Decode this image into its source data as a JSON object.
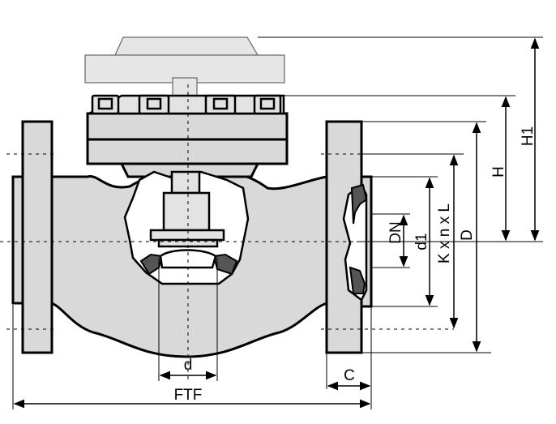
{
  "labels": {
    "h1": "H1",
    "h": "H",
    "dn": "DN",
    "d1": "d1",
    "kxnxl": "K x n x L",
    "D": "D",
    "d": "d",
    "c": "C",
    "ftf": "FTF"
  },
  "colors": {
    "body_fill": "#d9d9d9",
    "actuator_fill": "#e6e6e6",
    "seal_fill": "#555555",
    "line": "#000000"
  }
}
